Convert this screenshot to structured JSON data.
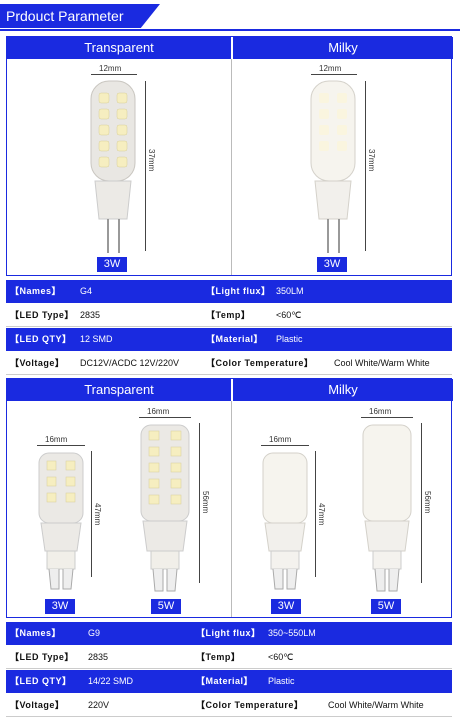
{
  "header": {
    "title": "Prdouct Parameter"
  },
  "colors": {
    "brand": "#1a2ae0",
    "led": "#f7f0c4"
  },
  "section1": {
    "left_title": "Transparent",
    "right_title": "Milky",
    "width_dim": "12mm",
    "height_dim": "37mm",
    "badge_left": "3W",
    "badge_right": "3W",
    "specs": [
      {
        "label": "【Names】",
        "value": "G4",
        "label2": "【Light flux】",
        "value2": "350LM"
      },
      {
        "label": "【LED Type】",
        "value": "2835",
        "label2": "【Temp】",
        "value2": "<60℃"
      },
      {
        "label": "【LED QTY】",
        "value": "12 SMD",
        "label2": "【Material】",
        "value2": "Plastic"
      },
      {
        "label": "【Voltage】",
        "value": "DC12V/ACDC 12V/220V",
        "label2": "【Color Temperature】",
        "value2": "Cool White/Warm White"
      }
    ]
  },
  "section2": {
    "left_title": "Transparent",
    "right_title": "Milky",
    "small_width": "16mm",
    "small_height": "47mm",
    "large_width": "16mm",
    "large_height": "56mm",
    "badges": [
      "3W",
      "5W",
      "3W",
      "5W"
    ],
    "specs": [
      {
        "label": "【Names】",
        "value": "G9",
        "label2": "【Light flux】",
        "value2": "350~550LM"
      },
      {
        "label": "【LED Type】",
        "value": "2835",
        "label2": "【Temp】",
        "value2": "<60℃"
      },
      {
        "label": "【LED QTY】",
        "value": "14/22 SMD",
        "label2": "【Material】",
        "value2": "Plastic"
      },
      {
        "label": "【Voltage】",
        "value": "220V",
        "label2": "【Color Temperature】",
        "value2": "Cool White/Warm White"
      }
    ]
  }
}
